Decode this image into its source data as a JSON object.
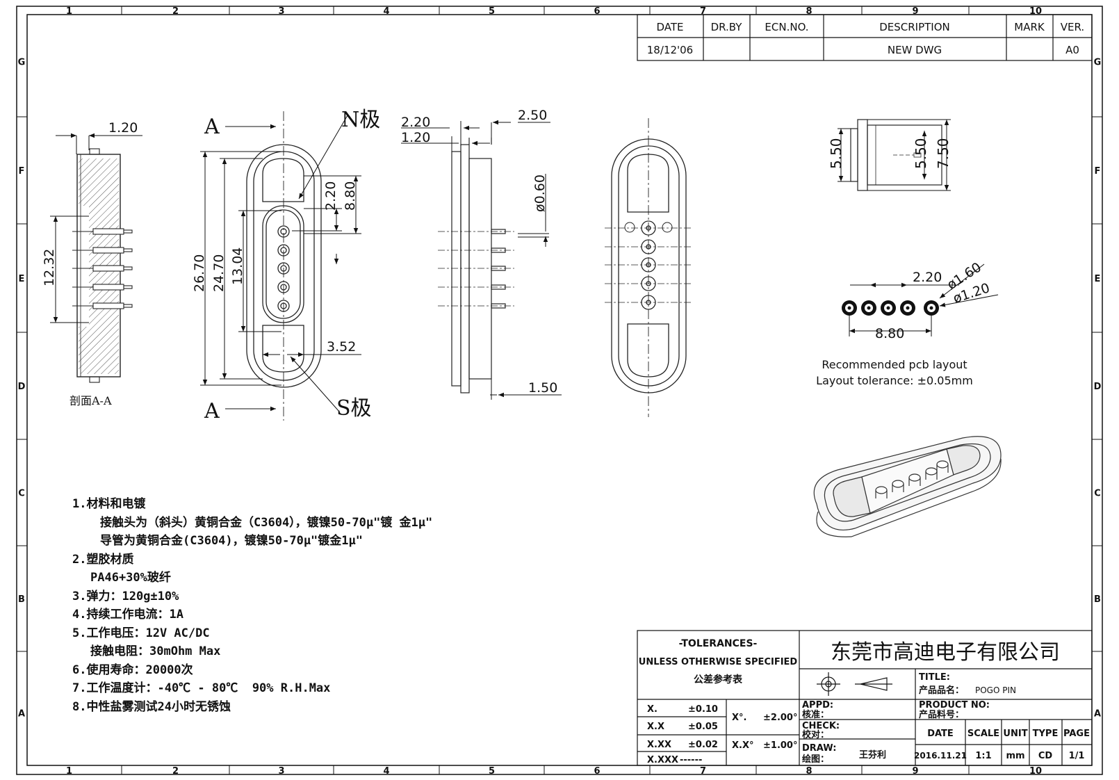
{
  "border": {
    "columns": [
      "1",
      "2",
      "3",
      "4",
      "5",
      "6",
      "7",
      "8",
      "9",
      "10"
    ],
    "rows": [
      "G",
      "F",
      "E",
      "D",
      "C",
      "B",
      "A"
    ]
  },
  "revision": {
    "headers": [
      "DATE",
      "DR.BY",
      "ECN.NO.",
      "DESCRIPTION",
      "MARK",
      "VER."
    ],
    "row": [
      "18/12'06",
      "",
      "",
      "NEW DWG",
      "",
      "A0"
    ]
  },
  "views": {
    "section_label": "剖面A-A",
    "section_marker": "A",
    "n_pole": "N极",
    "s_pole": "S极",
    "dims": {
      "d_120": "1.20",
      "d_1232": "12.32",
      "d_2670": "26.70",
      "d_2470": "24.70",
      "d_1304": "13.04",
      "d_220": "2.20",
      "d_880": "8.80",
      "d_352": "3.52",
      "d_250": "2.50",
      "d_060": "ø0.60",
      "d_150": "1.50",
      "d_550": "5.50",
      "d_750": "7.50",
      "d_160": "ø1.60",
      "d_pcb120": "ø1.20"
    },
    "pcb_caption_1": "Recommended pcb layout",
    "pcb_caption_2": "Layout tolerance: ±0.05mm"
  },
  "notes": [
    "1.材料和电镀",
    "接触头为（斜头）黄铜合金（C3604），镀镍50-70μ\"镀 金1μ\"",
    "导管为黄铜合金(C3604)，镀镍50-70μ\"镀金1μ\"",
    "2.塑胶材质",
    "PA46+30%玻纤",
    "3.弹力：120g±10%",
    "4.持续工作电流：1A",
    "5.工作电压：12V AC/DC",
    "接触电阻：30mOhm Max",
    "6.使用寿命：20000次",
    "7.工作温度计：-40℃ - 80℃  90% R.H.Max",
    "8.中性盐雾测试24小时无锈蚀"
  ],
  "title_block": {
    "tol_title": "-TOLERANCES-",
    "tol_sub": "UNLESS OTHERWISE SPECIFIED",
    "tol_cn": "公差参考表",
    "tol_rows": [
      {
        "k": "X.",
        "v": "±0.10"
      },
      {
        "k": "X.X",
        "v": "±0.05"
      },
      {
        "k": "X.XX",
        "v": "±0.02"
      },
      {
        "k": "X.XXX",
        "v": "------"
      }
    ],
    "ang1_k": "X°.",
    "ang1_v": "±2.00°",
    "ang2_k": "X.X°",
    "ang2_v": "±1.00°",
    "company": "东莞市高迪电子有限公司",
    "title_label": "TITLE:",
    "product_name_label": "产品品名：",
    "product_name": "POGO PIN",
    "appd_label": "APPD:",
    "appd_cn": "核准：",
    "check_label": "CHECK:",
    "check_cn": "校对：",
    "draw_label": "DRAW:",
    "draw_cn": "绘图：",
    "drawer": "王芬利",
    "product_no_label": "PRODUCT NO:",
    "product_no_cn": "产品料号：",
    "info_headers": [
      "DATE",
      "SCALE",
      "UNIT",
      "TYPE",
      "PAGE"
    ],
    "info_values": [
      "2016.11.21",
      "1:1",
      "mm",
      "CD",
      "1/1"
    ]
  }
}
